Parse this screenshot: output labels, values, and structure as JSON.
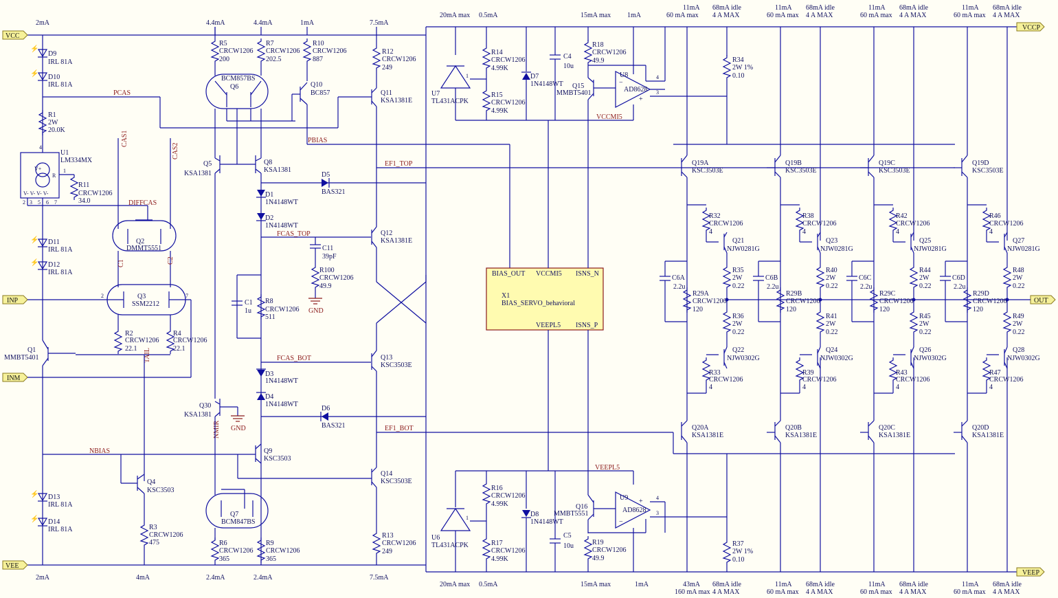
{
  "ports": {
    "vcc": "VCC",
    "vee": "VEE",
    "inp": "INP",
    "inm": "INM",
    "vccp": "VCCP",
    "veep": "VEEP",
    "out": "OUT"
  },
  "nets": {
    "pcas": "PCAS",
    "pbias": "PBIAS",
    "cas1": "CAS1",
    "cas2": "CAS2",
    "diffcas": "DIFFCAS",
    "tail": "TAIL",
    "nbias": "NBIAS",
    "nmir": "NMIR",
    "ef1_top": "EF1_TOP",
    "ef1_bot": "EF1_BOT",
    "fcas_top": "FCAS_TOP",
    "fcas_bot": "FCAS_BOT",
    "vccmi5": "VCCMI5",
    "veepl5": "VEEPL5",
    "c1n": "C1",
    "c2n": "C2",
    "gnd": "GND"
  },
  "currents_top": [
    "2mA",
    "4.4mA",
    "4.4mA",
    "1mA",
    "7.5mA",
    "20mA max",
    "0.5mA",
    "15mA max",
    "1mA"
  ],
  "currents_bottom": [
    "2mA",
    "4mA",
    "2.4mA",
    "2.4mA",
    "7.5mA",
    "20mA max",
    "0.5mA",
    "15mA max",
    "1mA",
    "43mA",
    "160 mA max"
  ],
  "stage_top": {
    "a": "11mA",
    "b": "60 mA max",
    "c": "68mA idle",
    "d": "4 A MAX"
  },
  "stage_bot": {
    "a": "11mA",
    "b": "60 mA max",
    "c": "68mA idle",
    "d": "4 A MAX"
  },
  "bias_block": {
    "ref": "X1",
    "model": "BIAS_SERVO_behavioral",
    "bias_out": "BIAS_OUT",
    "vccmi5": "VCCMI5",
    "isns_n": "ISNS_N",
    "veepl5": "VEEPL5",
    "isns_p": "ISNS_P"
  },
  "parts": {
    "d9": [
      "D9",
      "IRL 81A"
    ],
    "d10": [
      "D10",
      "IRL 81A"
    ],
    "r1": [
      "R1",
      "2W",
      "20.0K"
    ],
    "u1": [
      "U1",
      "LM334MX"
    ],
    "r11": [
      "R11",
      "CRCW1206",
      "34.0"
    ],
    "d11": [
      "D11",
      "IRL 81A"
    ],
    "d12": [
      "D12",
      "IRL 81A"
    ],
    "d13": [
      "D13",
      "IRL 81A"
    ],
    "d14": [
      "D14",
      "IRL 81A"
    ],
    "q1": [
      "Q1",
      "MMBT5401"
    ],
    "q2": [
      "Q2",
      "DMMT5551"
    ],
    "q3": [
      "Q3",
      "SSM2212"
    ],
    "r2": [
      "R2",
      "CRCW1206",
      "22.1"
    ],
    "r4": [
      "R4",
      "CRCW1206",
      "22.1"
    ],
    "q4": [
      "Q4",
      "KSC3503"
    ],
    "r3": [
      "R3",
      "CRCW1206",
      "475"
    ],
    "r5": [
      "R5",
      "CRCW1206",
      "200"
    ],
    "r7": [
      "R7",
      "CRCW1206",
      "202.5"
    ],
    "q6": [
      "Q6",
      "BCM857BS"
    ],
    "r10": [
      "R10",
      "CRCW1206",
      "887"
    ],
    "q10": [
      "Q10",
      "BC857"
    ],
    "r12": [
      "R12",
      "CRCW1206",
      "249"
    ],
    "q11": [
      "Q11",
      "KSA1381E"
    ],
    "q5": [
      "Q5",
      "KSA1381"
    ],
    "q8": [
      "Q8",
      "KSA1381"
    ],
    "d1": [
      "D1",
      "1N4148WT"
    ],
    "d2": [
      "D2",
      "1N4148WT"
    ],
    "d3": [
      "D3",
      "1N4148WT"
    ],
    "d4": [
      "D4",
      "1N4148WT"
    ],
    "d5": [
      "D5",
      "BAS321"
    ],
    "d6": [
      "D6",
      "BAS321"
    ],
    "c11": [
      "C11",
      "39pF"
    ],
    "r100": [
      "R100",
      "CRCW1206",
      "49.9"
    ],
    "q12": [
      "Q12",
      "KSA1381E"
    ],
    "c1": [
      "C1",
      "1u"
    ],
    "r8": [
      "R8",
      "CRCW1206",
      "511"
    ],
    "q13": [
      "Q13",
      "KSC3503E"
    ],
    "q30": [
      "Q30",
      "KSA1381"
    ],
    "q9": [
      "Q9",
      "KSC3503"
    ],
    "q14": [
      "Q14",
      "KSC3503E"
    ],
    "q7": [
      "Q7",
      "BCM847BS"
    ],
    "r6": [
      "R6",
      "CRCW1206",
      "365"
    ],
    "r9": [
      "R9",
      "CRCW1206",
      "365"
    ],
    "r13": [
      "R13",
      "CRCW1206",
      "249"
    ],
    "u7": [
      "U7",
      "TL431ACPK"
    ],
    "r14": [
      "R14",
      "CRCW1206",
      "4.99K"
    ],
    "r15": [
      "R15",
      "CRCW1206",
      "4.99K"
    ],
    "d7": [
      "D7",
      "1N4148WT"
    ],
    "c4": [
      "C4",
      "10u"
    ],
    "r18": [
      "R18",
      "CRCW1206",
      "49.9"
    ],
    "q15": [
      "Q15",
      "MMBT5401"
    ],
    "u8": [
      "U8",
      "AD8628"
    ],
    "u6": [
      "U6",
      "TL431ACPK"
    ],
    "r16": [
      "R16",
      "CRCW1206",
      "4.99K"
    ],
    "r17": [
      "R17",
      "CRCW1206",
      "4.99K"
    ],
    "d8": [
      "D8",
      "1N4148WT"
    ],
    "c5": [
      "C5",
      "10u"
    ],
    "r19": [
      "R19",
      "CRCW1206",
      "49.9"
    ],
    "q16": [
      "Q16",
      "MMBT5551"
    ],
    "u9": [
      "U9",
      "AD8628"
    ],
    "r34": [
      "R34",
      "2W 1%",
      "0.10"
    ],
    "r37": [
      "R37",
      "2W 1%",
      "0.10"
    ]
  },
  "output_stages": [
    {
      "q19": [
        "Q19A",
        "KSC3503E"
      ],
      "q20": [
        "Q20A",
        "KSA1381E"
      ],
      "c6": [
        "C6A",
        "2.2u"
      ],
      "r29": [
        "R29A",
        "CRCW1206",
        "120"
      ],
      "rtop": [
        "R32",
        "CRCW1206",
        "4"
      ],
      "qtop": [
        "Q21",
        "NJW0281G"
      ],
      "re1": [
        "R35",
        "2W",
        "0.22"
      ],
      "re2": [
        "R36",
        "2W",
        "0.22"
      ],
      "qbot": [
        "Q22",
        "NJW0302G"
      ],
      "rbot": [
        "R33",
        "CRCW1206",
        "4"
      ]
    },
    {
      "q19": [
        "Q19B",
        "KSC3503E"
      ],
      "q20": [
        "Q20B",
        "KSA1381E"
      ],
      "c6": [
        "C6B",
        "2.2u"
      ],
      "r29": [
        "R29B",
        "CRCW1206",
        "120"
      ],
      "rtop": [
        "R38",
        "CRCW1206",
        "4"
      ],
      "qtop": [
        "Q23",
        "NJW0281G"
      ],
      "re1": [
        "R40",
        "2W",
        "0.22"
      ],
      "re2": [
        "R41",
        "2W",
        "0.22"
      ],
      "qbot": [
        "Q24",
        "NJW0302G"
      ],
      "rbot": [
        "R39",
        "CRCW1206",
        "4"
      ]
    },
    {
      "q19": [
        "Q19C",
        "KSC3503E"
      ],
      "q20": [
        "Q20C",
        "KSA1381E"
      ],
      "c6": [
        "C6C",
        "2.2u"
      ],
      "r29": [
        "R29C",
        "CRCW1206",
        "120"
      ],
      "rtop": [
        "R42",
        "CRCW1206",
        "4"
      ],
      "qtop": [
        "Q25",
        "NJW0281G"
      ],
      "re1": [
        "R44",
        "2W",
        "0.22"
      ],
      "re2": [
        "R45",
        "2W",
        "0.22"
      ],
      "qbot": [
        "Q26",
        "NJW0302G"
      ],
      "rbot": [
        "R43",
        "CRCW1206",
        "4"
      ]
    },
    {
      "q19": [
        "Q19D",
        "KSC3503E"
      ],
      "q20": [
        "Q20D",
        "KSA1381E"
      ],
      "c6": [
        "C6D",
        "2.2u"
      ],
      "r29": [
        "R29D",
        "CRCW1206",
        "120"
      ],
      "rtop": [
        "R46",
        "CRCW1206",
        "4"
      ],
      "qtop": [
        "Q27",
        "NJW0281G"
      ],
      "re1": [
        "R48",
        "2W",
        "0.22"
      ],
      "re2": [
        "R49",
        "2W",
        "0.22"
      ],
      "qbot": [
        "Q28",
        "NJW0302G"
      ],
      "rbot": [
        "R47",
        "CRCW1206",
        "4"
      ]
    }
  ]
}
